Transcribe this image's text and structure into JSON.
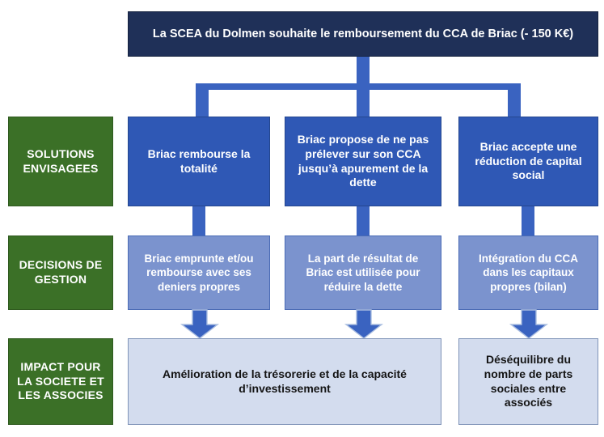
{
  "header": {
    "title": "La SCEA du Dolmen souhaite le remboursement du CCA de Briac (- 150 K€)",
    "bg_color": "#1f3058",
    "text_color": "#ffffff"
  },
  "row_labels": [
    {
      "id": "solutions",
      "label": "SOLUTIONS ENVISAGEES"
    },
    {
      "id": "decisions",
      "label": "DECISIONS DE GESTION"
    },
    {
      "id": "impact",
      "label": "IMPACT POUR LA SOCIETE ET LES ASSOCIES"
    }
  ],
  "row_label_color": "#3b7027",
  "rows": {
    "solutions": {
      "color": "#2f58b5",
      "items": [
        {
          "id": "sol-1",
          "text": "Briac rembourse la totalité"
        },
        {
          "id": "sol-2",
          "text": "Briac propose de ne pas prélever sur son CCA jusqu’à apurement de la dette"
        },
        {
          "id": "sol-3",
          "text": "Briac accepte une réduction de capital social"
        }
      ]
    },
    "decisions": {
      "color": "#7b93ce",
      "items": [
        {
          "id": "dec-1",
          "text": "Briac emprunte et/ou rembourse avec ses deniers propres"
        },
        {
          "id": "dec-2",
          "text": "La part de résultat de Briac est utilisée pour réduire la dette"
        },
        {
          "id": "dec-3",
          "text": "Intégration du CCA dans les capitaux propres (bilan)"
        }
      ]
    },
    "impact": {
      "color": "#d3dcee",
      "items": [
        {
          "id": "imp-1",
          "text": "Amélioration de la trésorerie et de la capacité d’investissement"
        },
        {
          "id": "imp-2",
          "text": "Déséquilibre du nombre de parts sociales entre associés"
        }
      ]
    }
  },
  "connectors": {
    "color": "#3a63c0"
  }
}
